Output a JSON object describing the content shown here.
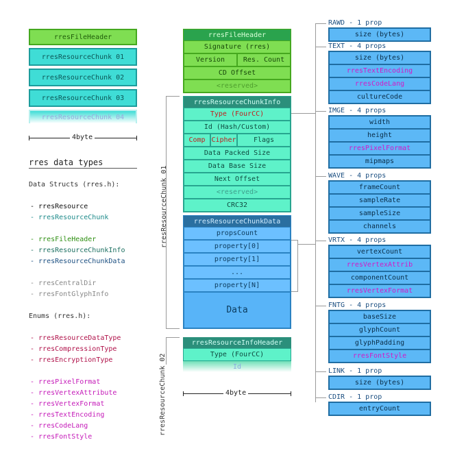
{
  "left_chunks": [
    "rresFileHeader",
    "rresResourceChunk 01",
    "rresResourceChunk 02",
    "rresResourceChunk 03",
    "rresResourceChunk 04"
  ],
  "ruler_label": "4byte",
  "types_title": "rres data types",
  "structs_heading": "Data Structs (rres.h):",
  "structs_group1": [
    "- rresResource",
    "- rresResourceChunk"
  ],
  "structs_group2": [
    "- rresFileHeader",
    "- rresResourceChunkInfo",
    "- rresResourceChunkData"
  ],
  "structs_group3": [
    "- rresCentralDir",
    "- rresFontGlyphInfo"
  ],
  "enums_heading": "Enums (rres.h):",
  "enums_group1": [
    "- rresResourceDataType",
    "- rresCompressionType",
    "- rresEncryptionType"
  ],
  "enums_group2": [
    "- rresPixelFormat",
    "- rresVertexAttribute",
    "- rresVertexFormat",
    "- rresTextEncoding",
    "- rresCodeLang",
    "- rresFontStyle"
  ],
  "file_header": {
    "title": "rresFileHeader",
    "signature": "Signature (rres)",
    "version": "Version",
    "res_count": "Res. Count",
    "cd_offset": "CD Offset",
    "reserved": "<reserved>"
  },
  "chunk_label_1": "rresResourceChunk 01",
  "chunk_label_2": "rresResourceChunk 02",
  "chunk_info": {
    "title": "rresResourceChunkInfo",
    "type": "Type (FourCC)",
    "id": "Id (Hash/Custom)",
    "comp": "Comp",
    "cipher": "Cipher",
    "flags": "Flags",
    "packed": "Data Packed Size",
    "base": "Data Base Size",
    "next": "Next Offset",
    "reserved": "<reserved>",
    "crc": "CRC32"
  },
  "chunk_data": {
    "title": "rresResourceChunkData",
    "props_count": "propsCount",
    "prop0": "property[0]",
    "prop1": "property[1]",
    "dots": "...",
    "propN": "property[N]",
    "data": "Data"
  },
  "info_header2": {
    "title": "rresResourceInfoHeader",
    "type": "Type (FourCC)",
    "id": "Id"
  },
  "props": [
    {
      "title": "RAWD - 1 prop",
      "items": [
        {
          "t": "size (bytes)",
          "m": false
        }
      ]
    },
    {
      "title": "TEXT - 4 props",
      "items": [
        {
          "t": "size (bytes)",
          "m": false
        },
        {
          "t": "rresTextEncoding",
          "m": true
        },
        {
          "t": "rresCodeLang",
          "m": true
        },
        {
          "t": "cultureCode",
          "m": false
        }
      ]
    },
    {
      "title": "IMGE - 4 props",
      "items": [
        {
          "t": "width",
          "m": false
        },
        {
          "t": "height",
          "m": false
        },
        {
          "t": "rresPixelFormat",
          "m": true
        },
        {
          "t": "mipmaps",
          "m": false
        }
      ]
    },
    {
      "title": "WAVE - 4 props",
      "items": [
        {
          "t": "frameCount",
          "m": false
        },
        {
          "t": "sampleRate",
          "m": false
        },
        {
          "t": "sampleSize",
          "m": false
        },
        {
          "t": "channels",
          "m": false
        }
      ]
    },
    {
      "title": "VRTX - 4 props",
      "items": [
        {
          "t": "vertexCount",
          "m": false
        },
        {
          "t": "rresVertexAttrib",
          "m": true
        },
        {
          "t": "componentCount",
          "m": false
        },
        {
          "t": "rresVertexFormat",
          "m": true
        }
      ]
    },
    {
      "title": "FNTG - 4 props",
      "items": [
        {
          "t": "baseSize",
          "m": false
        },
        {
          "t": "glyphCount",
          "m": false
        },
        {
          "t": "glyphPadding",
          "m": false
        },
        {
          "t": "rresFontStyle",
          "m": true
        }
      ]
    },
    {
      "title": "LINK - 1 prop",
      "items": [
        {
          "t": "size (bytes)",
          "m": false
        }
      ]
    },
    {
      "title": "CDIR - 1 prop",
      "items": [
        {
          "t": "entryCount",
          "m": false
        }
      ]
    }
  ]
}
